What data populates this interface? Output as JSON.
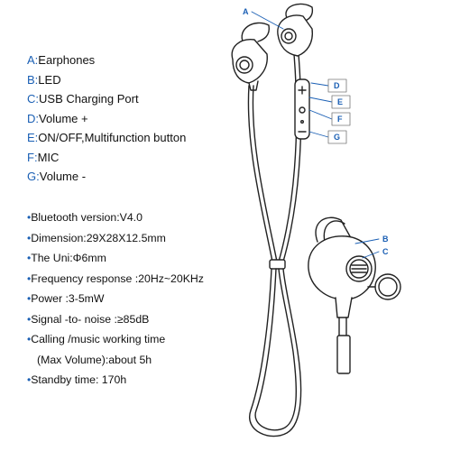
{
  "legend": [
    {
      "key": "A",
      "sep": ":",
      "text": "Earphones"
    },
    {
      "key": "B",
      "sep": ":",
      "text": "LED"
    },
    {
      "key": "C",
      "sep": ":",
      "text": "USB Charging Port"
    },
    {
      "key": "D",
      "sep": ":",
      "text": "Volume +"
    },
    {
      "key": "E",
      "sep": ":",
      "text": "ON/OFF,Multifunction button"
    },
    {
      "key": "F",
      "sep": ":",
      "text": "MIC"
    },
    {
      "key": "G",
      "sep": ":",
      "text": "Volume -"
    }
  ],
  "specs": [
    {
      "bullet": "•",
      "text": "Bluetooth version:V4.0"
    },
    {
      "bullet": "•",
      "text": "Dimension:29X28X12.5mm"
    },
    {
      "bullet": "•",
      "text": "The Uni:Φ6mm"
    },
    {
      "bullet": "•",
      "text": "Frequency response :20Hz~20KHz"
    },
    {
      "bullet": "•",
      "text": "Power :3-5mW"
    },
    {
      "bullet": "•",
      "text": "Signal -to- noise :≥85dB"
    },
    {
      "bullet": "•",
      "text": "Calling /music working time"
    },
    {
      "bullet": "",
      "text": "(Max Volume):about 5h"
    },
    {
      "bullet": "•",
      "text": "Standby time: 170h"
    }
  ],
  "callouts": {
    "a": "A",
    "d": "D",
    "e": "E",
    "f": "F",
    "g": "G",
    "b": "B",
    "c": "C"
  },
  "remote_symbols": {
    "plus": "+",
    "minus": "−"
  },
  "colors": {
    "accent": "#1a5fb4",
    "line": "#222222",
    "background": "#ffffff"
  }
}
